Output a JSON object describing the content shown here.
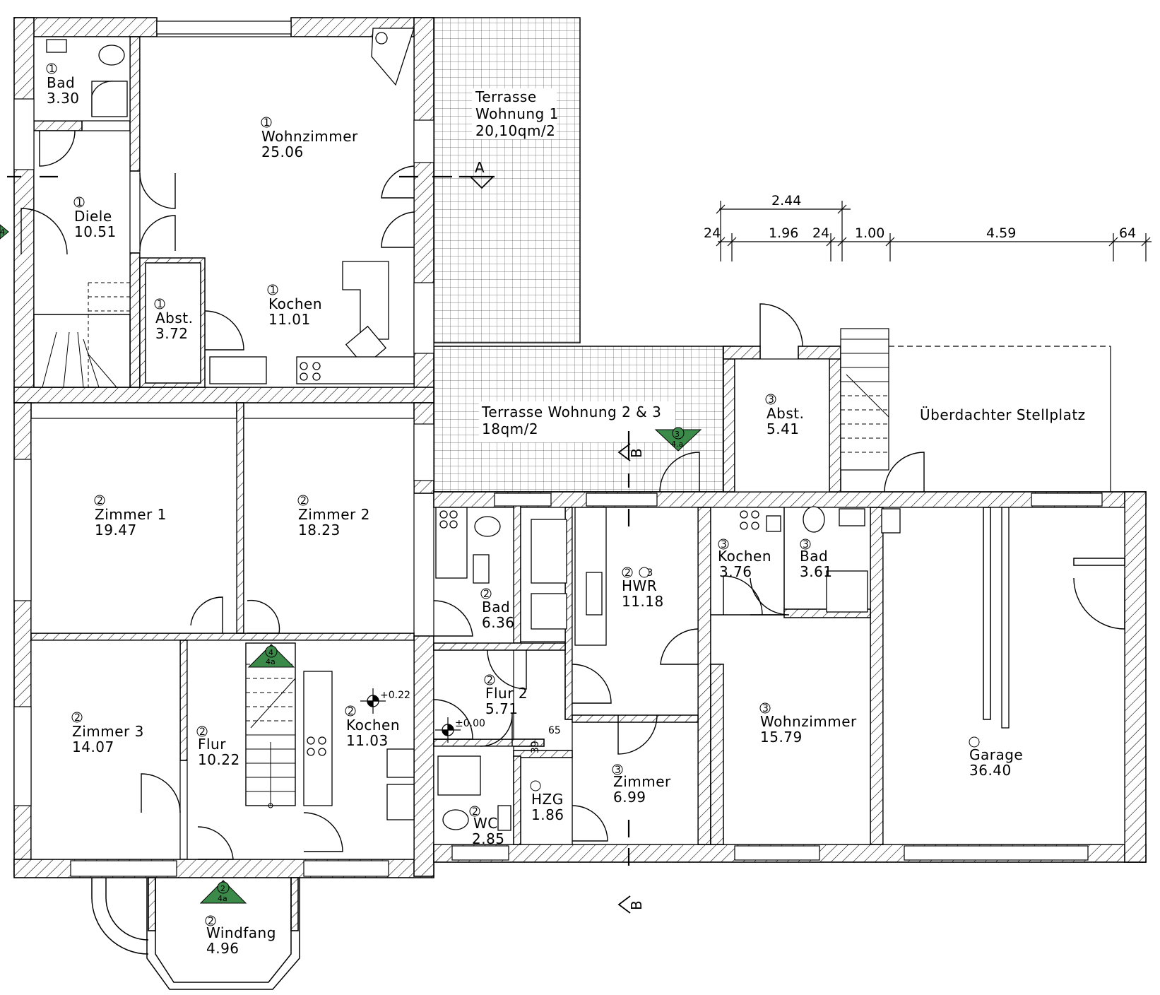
{
  "rooms": {
    "bad_1": {
      "unit": "1",
      "name": "Bad",
      "area": "3.30"
    },
    "wohnzimmer_1": {
      "unit": "1",
      "name": "Wohnzimmer",
      "area": "25.06"
    },
    "diele_1": {
      "unit": "1",
      "name": "Diele",
      "area": "10.51"
    },
    "abst_1": {
      "unit": "1",
      "name": "Abst.",
      "area": "3.72"
    },
    "kochen_1": {
      "unit": "1",
      "name": "Kochen",
      "area": "11.01"
    },
    "zimmer1_2": {
      "unit": "2",
      "name": "Zimmer 1",
      "area": "19.47"
    },
    "zimmer2_2": {
      "unit": "2",
      "name": "Zimmer 2",
      "area": "18.23"
    },
    "bad_2": {
      "unit": "2",
      "name": "Bad",
      "area": "6.36"
    },
    "hwr_23": {
      "unit": "2 3",
      "name": "HWR",
      "area": "11.18"
    },
    "zimmer3_2": {
      "unit": "2",
      "name": "Zimmer 3",
      "area": "14.07"
    },
    "flur_2": {
      "unit": "2",
      "name": "Flur",
      "area": "10.22"
    },
    "kochen_2": {
      "unit": "2",
      "name": "Kochen",
      "area": "11.03"
    },
    "flur2_2": {
      "unit": "2",
      "name": "Flur 2",
      "area": "5.71"
    },
    "wc_2": {
      "unit": "2",
      "name": "WC",
      "area": "2.85"
    },
    "hzg": {
      "unit": "",
      "name": "HZG",
      "area": "1.86"
    },
    "zimmer_3": {
      "unit": "3",
      "name": "Zimmer",
      "area": "6.99"
    },
    "windfang_2": {
      "unit": "2",
      "name": "Windfang",
      "area": "4.96"
    },
    "abst_3": {
      "unit": "3",
      "name": "Abst.",
      "area": "5.41"
    },
    "kochen_3": {
      "unit": "3",
      "name": "Kochen",
      "area": "3.76"
    },
    "bad_3": {
      "unit": "3",
      "name": "Bad",
      "area": "3.61"
    },
    "wohnzimmer_3": {
      "unit": "3",
      "name": "Wohnzimmer",
      "area": "15.79"
    },
    "garage": {
      "unit": "",
      "name": "Garage",
      "area": "36.40"
    }
  },
  "terraces": {
    "terrasse_1": {
      "line1": "Terrasse",
      "line2": "Wohnung 1",
      "line3": "20,10qm/2"
    },
    "terrasse_23": {
      "line1": "Terrasse Wohnung 2 & 3",
      "line2": "18qm/2"
    }
  },
  "carport": {
    "label": "Überdachter Stellplatz"
  },
  "elevations": {
    "upper": "+0.22",
    "lower": "±0.00"
  },
  "small_dims": {
    "a": "39",
    "b": "65"
  },
  "dimensions": {
    "top": "2.44",
    "row": [
      "24",
      "1.96",
      "24",
      "1.00",
      "4.59",
      "64"
    ]
  },
  "sections": {
    "a": "A",
    "b": "B"
  },
  "markers": {
    "m3": {
      "num": "3",
      "sub": "4.a"
    },
    "m4": {
      "num": "4",
      "sub": "4a"
    },
    "m2": {
      "num": "2",
      "sub": "4a"
    },
    "edge": {
      "num": "4",
      "sub": ""
    }
  },
  "colors": {
    "wall_stroke": "#000000",
    "marker_green": "#3c8a4a",
    "background": "#ffffff"
  }
}
